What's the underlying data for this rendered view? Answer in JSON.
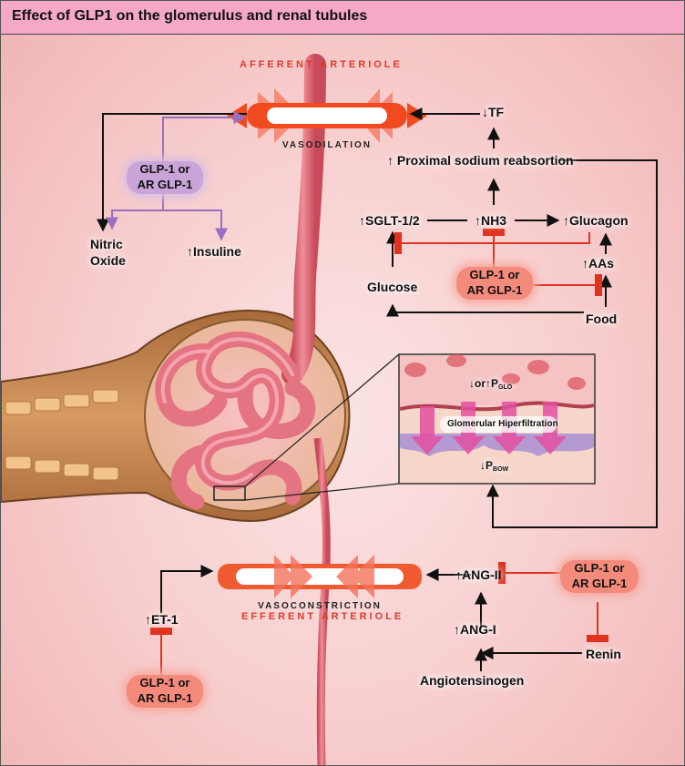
{
  "title": "Effect of GLP1 on the glomerulus and renal tubules",
  "captions": {
    "afferent": "AFFERENT ARTERIOLE",
    "efferent": "EFFERENT ARTERIOLE",
    "vasodilation": "VASODILATION",
    "vasoconstriction": "VASOCONSTRICTION"
  },
  "nodes": {
    "tf": "↓TF",
    "proximal": "↑ Proximal sodium reabsortion",
    "sglt": "↑SGLT-1/2",
    "nh3": "↑NH3",
    "glucagon": "↑Glucagon",
    "aas": "↑AAs",
    "glucose": "Glucose",
    "food": "Food",
    "nitric_1": "Nitric",
    "nitric_2": "Oxide",
    "insuline": "↑Insuline",
    "et1": "↑ET-1",
    "ang2": "↑ANG-II",
    "ang1": "↑ANG-I",
    "renin": "Renin",
    "angiotensinogen": "Angiotensinogen"
  },
  "glp_boxes": {
    "line1": "GLP-1 or",
    "line2": "AR GLP-1"
  },
  "inset": {
    "pglo_prefix": "↓or↑P",
    "pglo_sub": "GLO",
    "hyper": "Glomerular Hiperfiltration",
    "pbow_prefix": "↓P",
    "pbow_sub": "BOW"
  },
  "colors": {
    "inhibit": "#e0321e",
    "glp_path": "#9a6fc0",
    "arrow": "#111111",
    "vessel": "#e26f7a",
    "title_bar": "#f5a8c8"
  }
}
